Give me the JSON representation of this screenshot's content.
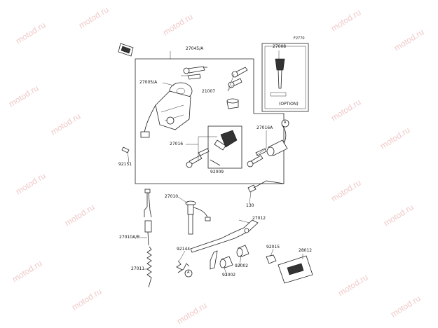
{
  "diagram": {
    "code": "F2770",
    "watermark": "motod.ru",
    "option_label": "(OPTION)",
    "part_numbers": {
      "main_assembly": "27045/A",
      "ignition_switch": "27005/A",
      "key_set": "21007",
      "key_blank": "27008",
      "lock_set": "27016",
      "seat_lock": "27016A",
      "screw_92009": "92009",
      "screw_92151": "92151",
      "bolt_130": "130",
      "switch_27010": "27010",
      "switch_27010ab": "27010A/B",
      "spring_27011": "27011",
      "bracket_27012": "27012",
      "spring_92144": "92144",
      "spacer_92002a": "92002",
      "spacer_92002b": "92002",
      "nut_92015": "92015",
      "plate_28012": "28012"
    },
    "markers": {
      "ref_a_top": "A",
      "ref_a_bottom": "A"
    }
  }
}
